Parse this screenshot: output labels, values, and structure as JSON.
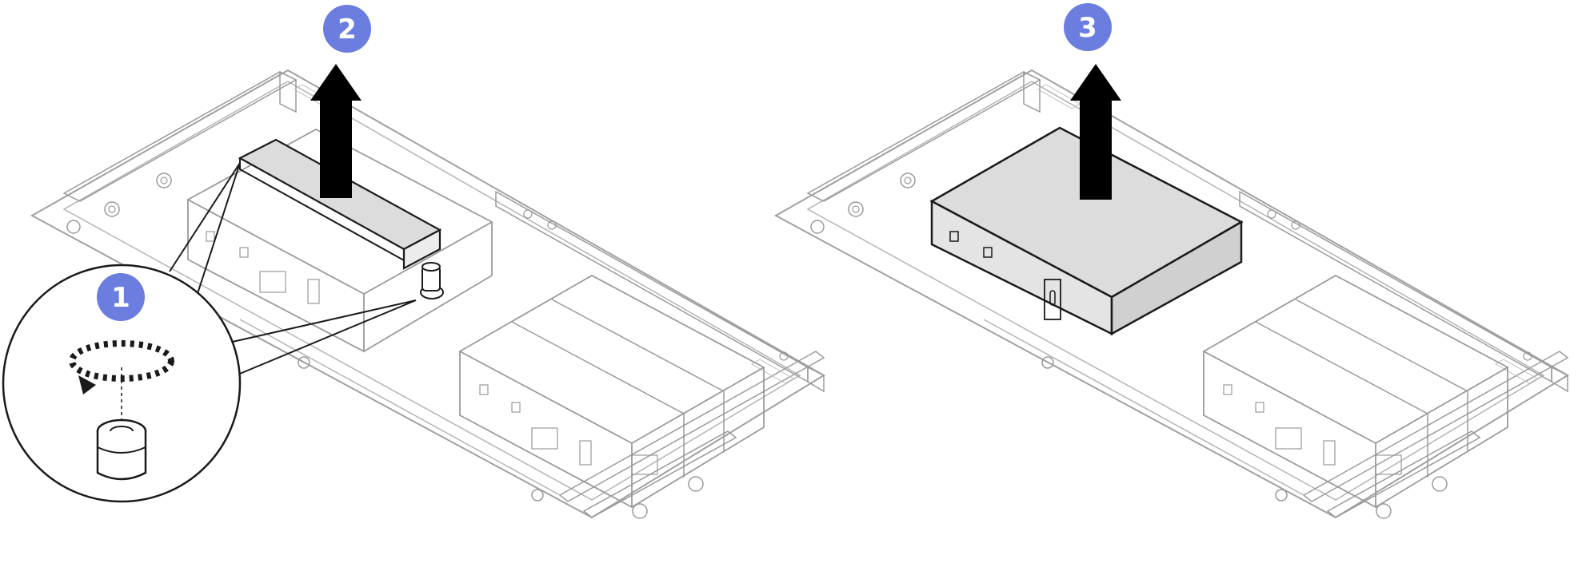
{
  "diagram": {
    "steps": [
      {
        "number": "1",
        "action": "loosen-thumbscrew"
      },
      {
        "number": "2",
        "action": "lift-module-lid"
      },
      {
        "number": "3",
        "action": "lift-module-out"
      }
    ],
    "colors": {
      "badge_fill": "#6b7ee0",
      "line": "#1a1a1a",
      "faint_line": "#9a9a9a",
      "module_fill": "#dcdcdc",
      "arrow": "#000000"
    }
  }
}
